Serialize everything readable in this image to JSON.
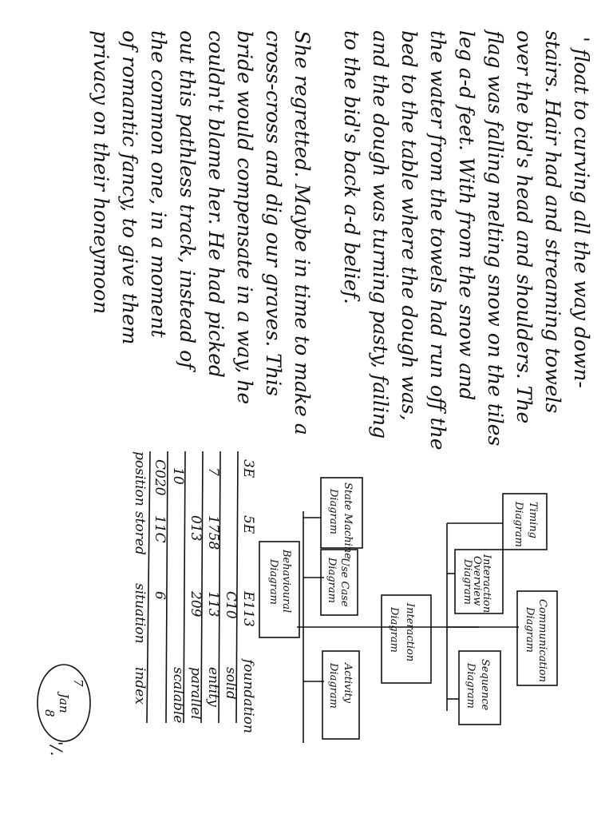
{
  "page_mark": {
    "lines": [
      "7",
      "Jan",
      "8"
    ]
  },
  "page_mark_tail": "'/.",
  "prose": {
    "paragraph1": [
      "' float to curving all the way down-",
      "stairs. Hair had and streaming towels",
      "over the bid's head and shoulders. The",
      "flag was falling melting snow on the tiles",
      "leg a-d feet. With from the snow and",
      "the water from the towels had run off the",
      "bed to the table where the dough was,",
      "and the dough was turning pasty, failing",
      "to the bid's back a-d belief."
    ],
    "paragraph2": [
      "She regretted. Maybe in time to make a",
      "cross-cross and dig our graves. This",
      "bride would compensate in a way, he",
      "couldn't blame her. He had picked",
      "out this pathless track, instead of",
      "the common one, in a moment",
      "of romantic fancy, to give them",
      "privacy on their honeymoon"
    ]
  },
  "table": {
    "headers": [
      "index",
      "situation",
      "stored",
      "position"
    ],
    "rows": [
      [
        "",
        "6",
        "11C",
        "C020"
      ],
      [
        "scalable",
        "",
        "",
        "10"
      ],
      [
        "parallel",
        "209",
        "013",
        ""
      ],
      [
        "entity",
        "113",
        "1758",
        "7"
      ],
      [
        "solid",
        "C10",
        "",
        ""
      ],
      [
        "foundation",
        "E113",
        "5E",
        "3E"
      ]
    ]
  },
  "diagram": {
    "root": {
      "lines": [
        "Behavioural",
        "Diagram"
      ]
    },
    "children_top": [
      {
        "lines": [
          "Use Case",
          "Diagram"
        ]
      },
      {
        "lines": [
          "State Machine",
          "Diagram"
        ]
      }
    ],
    "activity": {
      "lines": [
        "Activity",
        "Diagram"
      ]
    },
    "interaction": {
      "lines": [
        "Interaction",
        "Diagram"
      ]
    },
    "children_bottom": [
      {
        "lines": [
          "Sequence",
          "Diagram"
        ]
      },
      {
        "lines": [
          "Communication",
          "Diagram"
        ]
      },
      {
        "lines": [
          "Interaction",
          "Overview",
          "Diagram"
        ]
      },
      {
        "lines": [
          "Timing",
          "Diagram"
        ]
      }
    ]
  }
}
